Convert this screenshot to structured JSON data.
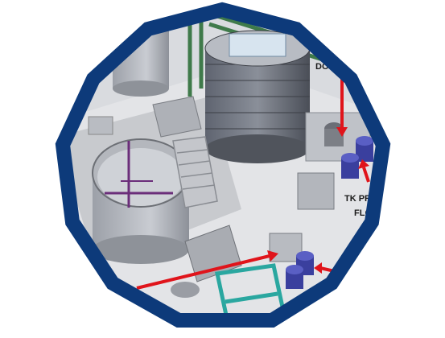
{
  "badge": {
    "frame_color": "#0d3a7a",
    "callout_color": "#e0141b",
    "labels": {
      "dosing": "DOSI",
      "tk_pre": "TK PRE",
      "floc": "FLOC"
    }
  }
}
